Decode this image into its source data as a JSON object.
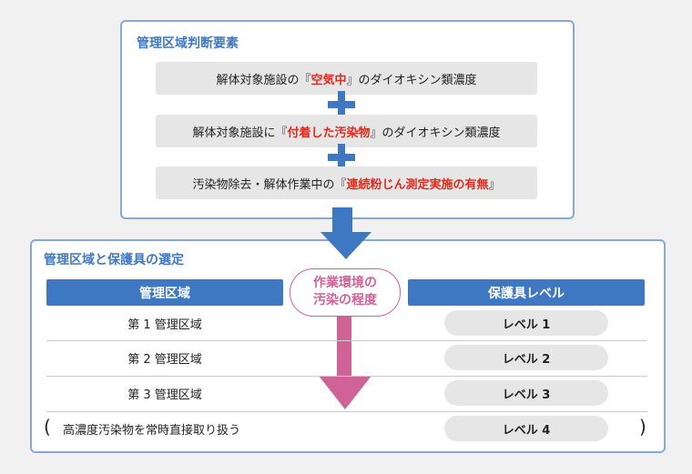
{
  "factors": {
    "title": "管理区域判断要素",
    "items": [
      {
        "pre": "解体対象施設の『",
        "em": "空気中",
        "post": "』のダイオキシン類濃度"
      },
      {
        "pre": "解体対象施設に『",
        "em": "付着した汚染物",
        "post": "』のダイオキシン類濃度"
      },
      {
        "pre": "汚染物除去・解体作業中の『",
        "em": "連続粉じん測定実施の有無",
        "post": "』"
      }
    ]
  },
  "selection": {
    "title": "管理区域と保護具の選定",
    "zone_header": "管理区域",
    "level_header": "保護具レベル",
    "oval_line1": "作業環境の",
    "oval_line2": "汚染の程度",
    "rows": [
      {
        "zone": "第 1 管理区域",
        "level": "レベル 1"
      },
      {
        "zone": "第 2 管理区域",
        "level": "レベル 2"
      },
      {
        "zone": "第 3 管理区域",
        "level": "レベル 3"
      },
      {
        "zone": "高濃度汚染物を常時直接取り扱う",
        "level": "レベル 4"
      }
    ],
    "paren_open": "(",
    "paren_close": ")"
  },
  "colors": {
    "blue": "#3f78c2",
    "red": "#e02a1e",
    "pink": "#cf6397"
  }
}
